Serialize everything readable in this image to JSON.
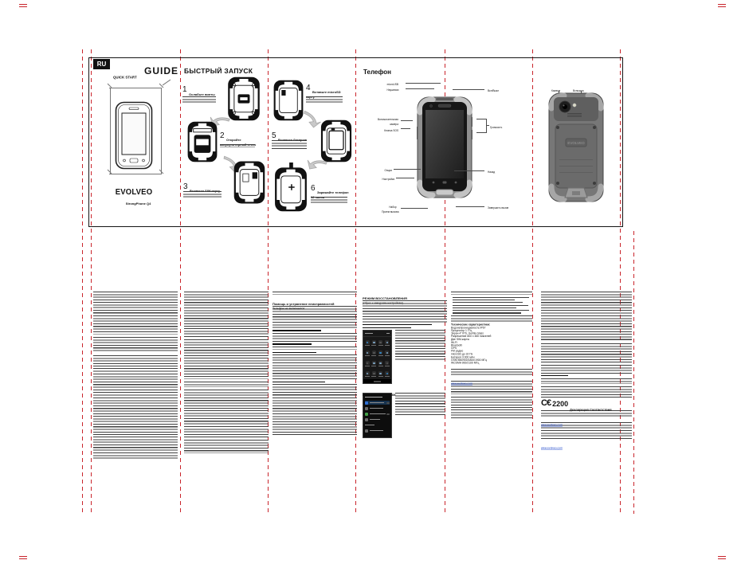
{
  "doc": {
    "lang_badge": "RU",
    "quick_start_label": "QUICK START",
    "guide_label": "GUIDE",
    "brand": "EVOLVEO",
    "model": "StrongPhone Q4"
  },
  "quick_launch": {
    "title": "БЫСТРЫЙ ЗАПУСК",
    "steps": [
      {
        "num": "1",
        "line1": "Ослабьте винты"
      },
      {
        "num": "2",
        "line1": "Откройте",
        "line2": "аккумуляторный отсек"
      },
      {
        "num": "3",
        "line1": "Вставьте SIM карту"
      },
      {
        "num": "4",
        "line1": "Вставьте microSD",
        "line2": "карту"
      },
      {
        "num": "5",
        "line1": "Вставьте батарею"
      },
      {
        "num": "6",
        "line1": "Заряжайте телефон",
        "line2": "12 часов"
      }
    ]
  },
  "phone": {
    "title": "Телефон",
    "left": [
      "microUSB",
      "Наушники",
      "Вспомогательная",
      "камера",
      "Кнопка SOS",
      "Опции",
      "Настройки",
      "Набор",
      "Прием вызова"
    ],
    "right": [
      "Вкл/Выкл",
      "Громкость",
      "Назад",
      "Завершить вызов"
    ],
    "back": [
      "Камера",
      "Вспышка"
    ]
  },
  "manual": {
    "help_title": "Помощь и устранение неисправностей",
    "help_sub": "Телефон не включается",
    "recovery_title": "РЕЖИМ ВОССТАНОВЛЕНИЯ",
    "recovery_sub": "(Сброс к заводским настройкам)",
    "dualsim_title": "Настройки DUAL SIM",
    "specs_title": "Технические характеристики:",
    "specs": [
      "Водонепроницаемость IP67",
      "Процессор 1 ГГц",
      "Экран 4\" IPS, Gorilla Glass",
      "Разрешение 800 x 480 пикселей",
      "Две SIM-карты",
      "Wi-Fi",
      "Bluetooth",
      "GPS",
      "FM радио",
      "microSD до 32 ГБ",
      "Батарея 3 000 мАч",
      "GSM 850/900/1800/1900 МГц",
      "WCDMA 900/2100 МГц"
    ],
    "link": "www.evolveo.com",
    "ce_mark": "C€",
    "ce_number": "2200",
    "ce_text": "Декларация Соответствия"
  }
}
